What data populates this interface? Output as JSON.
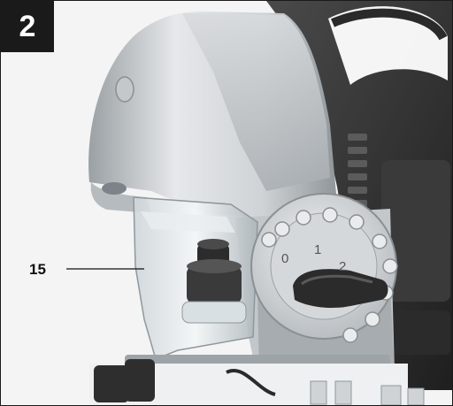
{
  "figure": {
    "number": "2"
  },
  "callout": {
    "label": "15"
  },
  "dial": {
    "positions": [
      "0",
      "1",
      "2"
    ]
  }
}
